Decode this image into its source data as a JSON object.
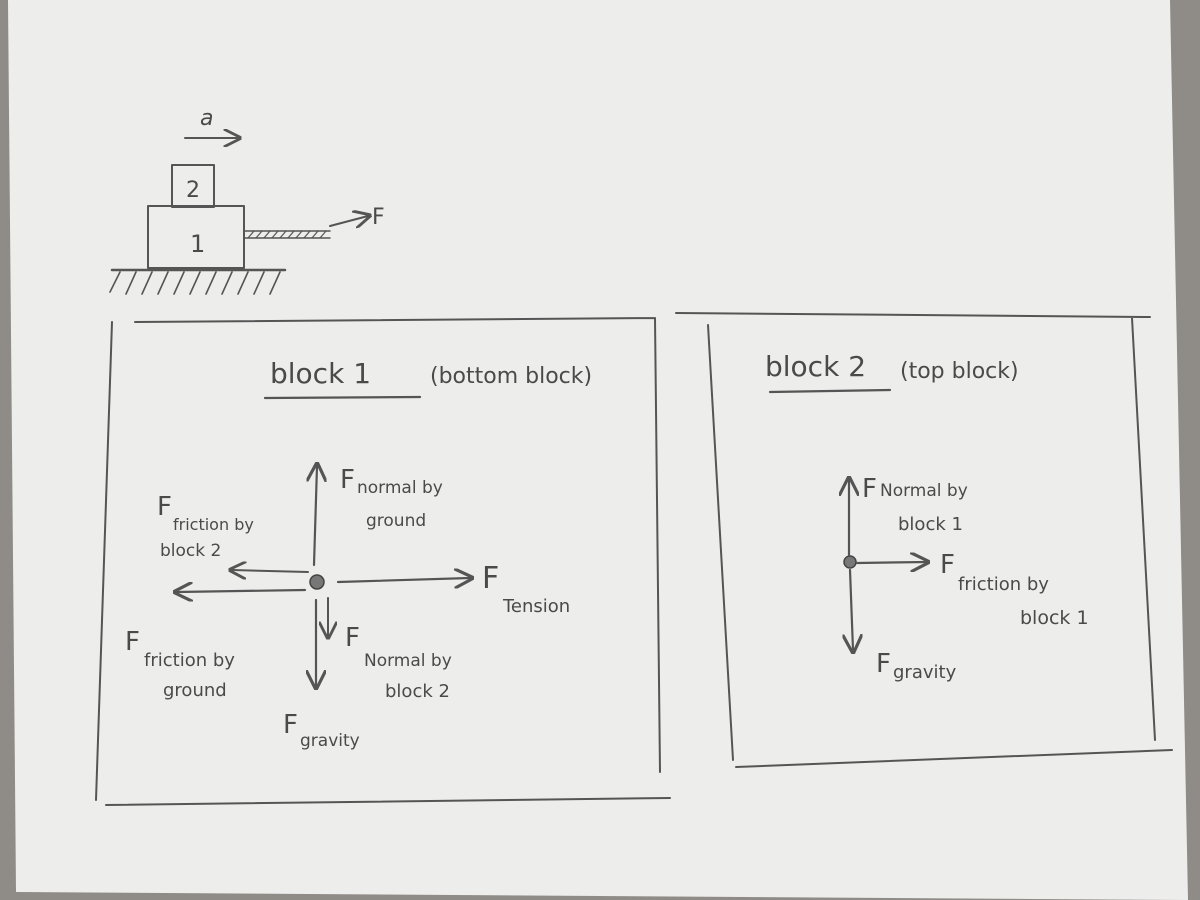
{
  "setup": {
    "accel_label": "a",
    "block_top": "2",
    "block_bottom": "1",
    "force_label": "F"
  },
  "block1_panel": {
    "title": "block 1",
    "subtitle": "(bottom block)",
    "forces": {
      "normal_ground": {
        "main": "F",
        "sub": "normal by",
        "sub2": "ground"
      },
      "friction_block2": {
        "main": "F",
        "sub": "friction by",
        "sub2": "block 2"
      },
      "friction_ground": {
        "main": "F",
        "sub": "friction by",
        "sub2": "ground"
      },
      "tension": {
        "main": "F",
        "sub": "Tension"
      },
      "normal_block2": {
        "main": "F",
        "sub": "Normal by",
        "sub2": "block 2"
      },
      "gravity": {
        "main": "F",
        "sub": "gravity"
      }
    }
  },
  "block2_panel": {
    "title": "block 2",
    "subtitle": "(top block)",
    "forces": {
      "normal_block1": {
        "main": "F",
        "sub": "Normal by",
        "sub2": "block 1"
      },
      "friction_block1": {
        "main": "F",
        "sub": "friction by",
        "sub2": "block 1"
      },
      "gravity": {
        "main": "F",
        "sub": "gravity"
      }
    }
  },
  "colors": {
    "paper": "#ededeb",
    "pencil": "#555555",
    "table": "#8f8b86"
  }
}
